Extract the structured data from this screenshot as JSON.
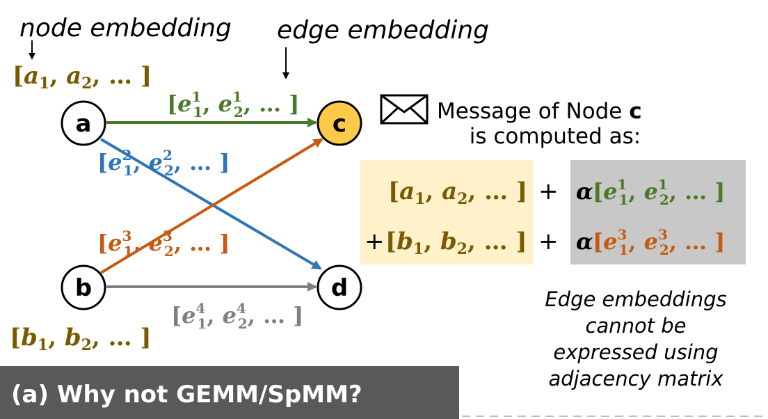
{
  "colors": {
    "olive": "#7a5a00",
    "green": "#4a7a28",
    "blue": "#2e75b6",
    "orange": "#c55a11",
    "gray": "#7f7f7f",
    "node_c_fill": "#ffc94a",
    "yellow_box": "#fff1c9",
    "gray_box": "#c8c8c8",
    "caption_bg": "#595959"
  },
  "labels": {
    "node_embedding": "node embedding",
    "edge_embedding": "edge embedding"
  },
  "nodes": {
    "a": "a",
    "b": "b",
    "c": "c",
    "d": "d"
  },
  "embeddings": {
    "a": {
      "open": "[",
      "v1": "a",
      "s1": "1",
      "v2": "a",
      "s2": "2",
      "tail": ", … ]"
    },
    "b": {
      "open": "[",
      "v1": "b",
      "s1": "1",
      "v2": "b",
      "s2": "2",
      "tail": ", … ]"
    },
    "e1": {
      "open": "[",
      "v": "e",
      "sup": "1",
      "s1": "1",
      "s2": "2",
      "tail": ", … ]"
    },
    "e2": {
      "open": "[",
      "v": "e",
      "sup": "2",
      "s1": "1",
      "s2": "2",
      "tail": ", … ]"
    },
    "e3": {
      "open": "[",
      "v": "e",
      "sup": "3",
      "s1": "1",
      "s2": "2",
      "tail": ", … ]"
    },
    "e4": {
      "open": "[",
      "v": "e",
      "sup": "4",
      "s1": "1",
      "s2": "2",
      "tail": ", … ]"
    }
  },
  "message": {
    "line1_prefix": "Message of Node ",
    "line1_node": "c",
    "line2": "is computed as:",
    "plus": "+",
    "alpha": "α"
  },
  "note": {
    "line1": "Edge embeddings",
    "line2": "cannot be",
    "line3": "expressed using",
    "line4": "adjacency matrix"
  },
  "caption": "(a) Why not GEMM/SpMM?"
}
